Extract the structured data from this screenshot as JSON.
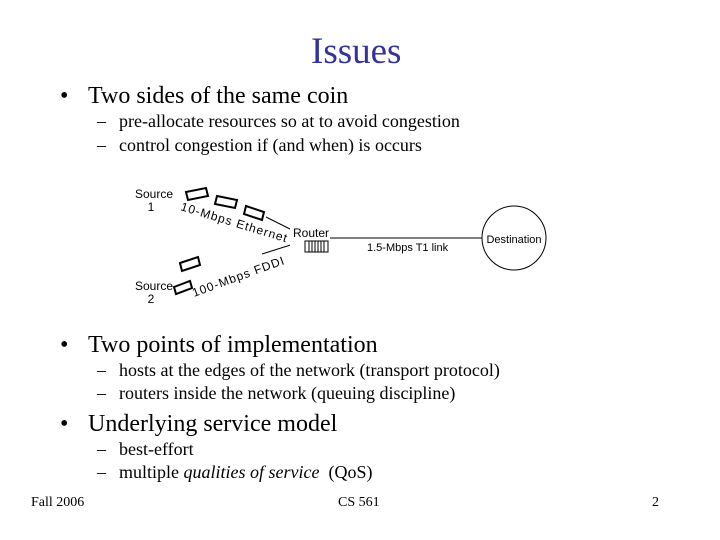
{
  "slide": {
    "title": "Issues",
    "bullets": [
      {
        "text": "Two sides of the same coin",
        "subs": [
          "pre-allocate resources so at to avoid congestion",
          "control congestion if (and when) is occurs"
        ]
      },
      {
        "text": "Two points of implementation",
        "subs": [
          "hosts at the edges of the network (transport protocol)",
          "routers inside the network (queuing discipline)"
        ]
      },
      {
        "text": "Underlying service model",
        "subs": [
          "best-effort"
        ]
      }
    ],
    "qos_sub": {
      "prefix": "multiple ",
      "italic": "qualities of service",
      "suffix": "  (QoS)"
    },
    "bullet_glyph": "•",
    "dash_glyph": "–"
  },
  "diagram": {
    "source1_line1": "Source",
    "source1_line2": "1",
    "source2_line1": "Source",
    "source2_line2": "2",
    "link1": "10-Mbps Ethernet",
    "link2": "100-Mbps FDDI",
    "router": "Router",
    "link3": "1.5-Mbps T1 link",
    "destination": "Destination"
  },
  "footer": {
    "left": "Fall 2006",
    "center": "CS 561",
    "right": "2"
  }
}
